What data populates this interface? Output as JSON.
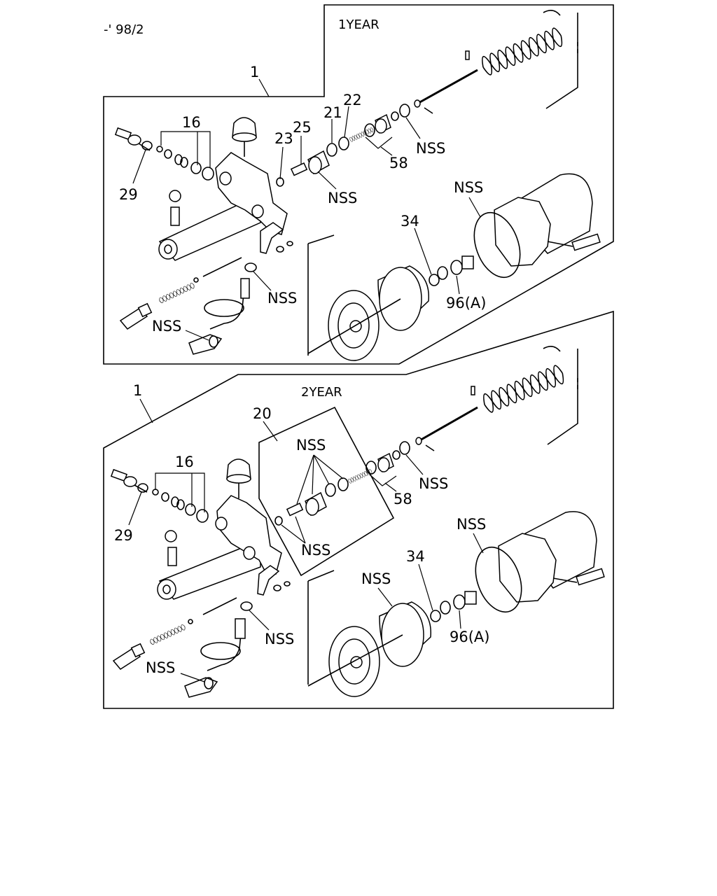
{
  "header": {
    "ref": "-' 98/2"
  },
  "panels": [
    {
      "title": "1YEAR",
      "callouts": {
        "assembly": "1",
        "c16": "16",
        "c29": "29",
        "c23": "23",
        "c25": "25",
        "c21": "21",
        "c22": "22",
        "c58": "58",
        "nss_ring": "NSS",
        "nss_piston": "NSS",
        "nss_oring": "NSS",
        "nss_washer": "NSS",
        "nss_clip": "NSS",
        "c34": "34",
        "c96": "96(A)"
      }
    },
    {
      "title": "2YEAR",
      "callouts": {
        "assembly": "1",
        "c16": "16",
        "c29": "29",
        "c20": "20",
        "nss_kit": "NSS",
        "nss_kit2": "NSS",
        "c58": "58",
        "nss_ring": "NSS",
        "nss_oring": "NSS",
        "nss_boot": "NSS",
        "nss_washer": "NSS",
        "nss_clip": "NSS",
        "c34": "34",
        "c96": "96(A)"
      }
    }
  ]
}
